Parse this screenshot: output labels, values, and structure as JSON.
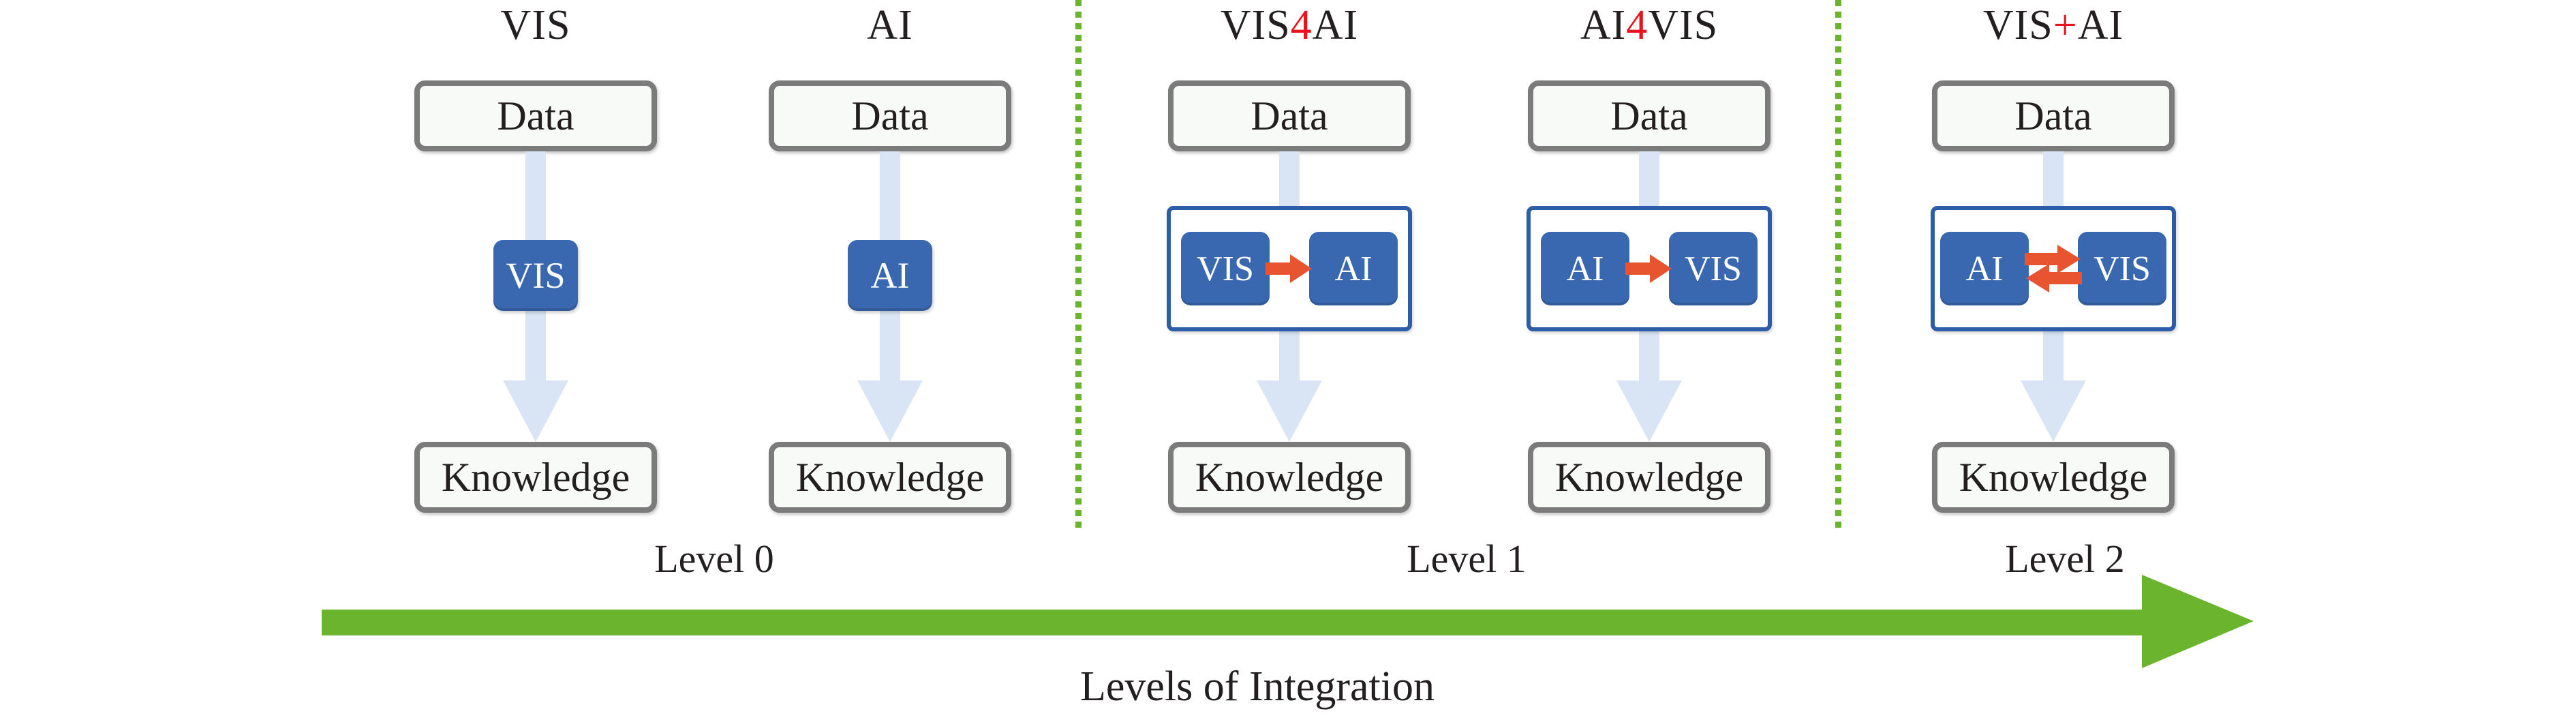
{
  "figure": {
    "caption": "Levels of Integration",
    "levels": [
      {
        "label": "Level 0"
      },
      {
        "label": "Level 1"
      },
      {
        "label": "Level 2"
      }
    ]
  },
  "columns": [
    {
      "title": {
        "pre": "VIS",
        "accent": "",
        "post": ""
      },
      "data_label": "Data",
      "badge": "VIS",
      "knowledge_label": "Knowledge"
    },
    {
      "title": {
        "pre": "AI",
        "accent": "",
        "post": ""
      },
      "data_label": "Data",
      "badge": "AI",
      "knowledge_label": "Knowledge"
    },
    {
      "title": {
        "pre": "VIS",
        "accent": "4",
        "post": "AI"
      },
      "data_label": "Data",
      "pair": {
        "left": "VIS",
        "right": "AI",
        "direction": "right"
      },
      "knowledge_label": "Knowledge"
    },
    {
      "title": {
        "pre": "AI",
        "accent": "4",
        "post": "VIS"
      },
      "data_label": "Data",
      "pair": {
        "left": "AI",
        "right": "VIS",
        "direction": "right"
      },
      "knowledge_label": "Knowledge"
    },
    {
      "title": {
        "pre": "VIS",
        "accent": "+",
        "post": "AI"
      },
      "data_label": "Data",
      "pair": {
        "left": "AI",
        "right": "VIS",
        "direction": "both"
      },
      "knowledge_label": "Knowledge"
    }
  ],
  "colors": {
    "title_accent": "#e8131b",
    "badge_blue": "#3a68b0",
    "container_border": "#2d5ca8",
    "flow_arrow_blue": "#d9e5f4",
    "orange_arrow": "#e8542f",
    "timeline_green": "#6ab52d",
    "box_border_gray": "#7b7b7b",
    "box_fill": "#f8faf8",
    "text_black": "#231f20"
  }
}
